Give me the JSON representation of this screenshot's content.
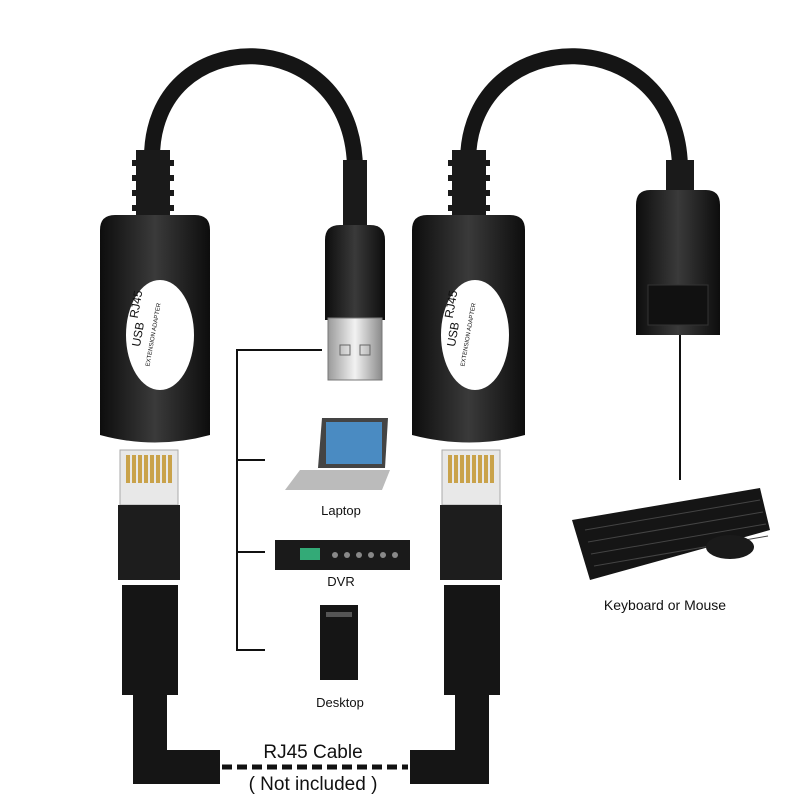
{
  "adapter": {
    "line1": "USB",
    "line2": "RJ45",
    "line3": "EXTENSION ADAPTER"
  },
  "devices": {
    "laptop": "Laptop",
    "dvr": "DVR",
    "desktop": "Desktop",
    "keyboard": "Keyboard or Mouse"
  },
  "cable": {
    "label": "RJ45 Cable",
    "note": "( Not included )"
  },
  "colors": {
    "body": "#1c1c1c",
    "label_bg": "#ffffff",
    "connector_gold": "#c9a24a",
    "line": "#111111"
  }
}
